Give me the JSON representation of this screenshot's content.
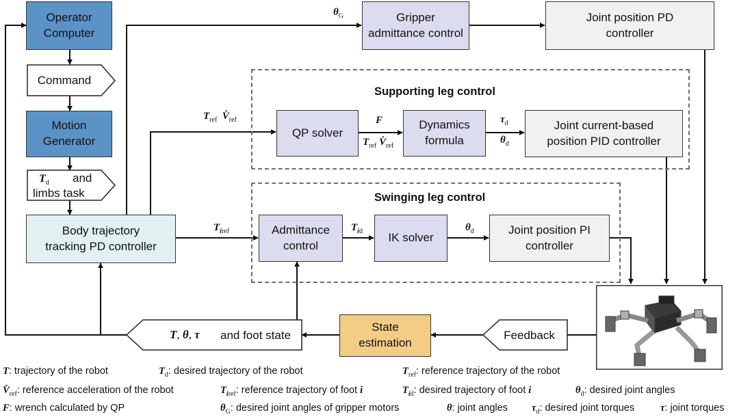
{
  "nodes": {
    "operator_computer": "Operator\nComputer",
    "command": "Command",
    "motion_generator": "Motion\nGenerator",
    "limbs_task": "and\nlimbs task",
    "body_controller": "Body trajectory\ntracking PD controller",
    "gripper_admittance": "Gripper\nadmittance control",
    "joint_position_pd": "Joint position PD\ncontroller",
    "qp_solver": "QP solver",
    "dynamics_formula": "Dynamics\nformula",
    "joint_current_pid": "Joint current-based\nposition PID controller",
    "admittance_control": "Admittance\ncontrol",
    "ik_solver": "IK solver",
    "joint_position_pi": "Joint position PI\ncontroller",
    "state_estimation": "State\nestimation",
    "feedback": "Feedback",
    "state_feedback_suffix": "and foot state"
  },
  "groups": {
    "supporting": "Supporting leg control",
    "swinging": "Swinging leg control"
  },
  "legend": {
    "T": ": trajectory of the robot",
    "Td": ": desired trajectory of the robot",
    "Tref": ": reference trajectory of the robot",
    "Vref": ": reference acceleration of the robot",
    "Tiref": ": reference trajectory of foot",
    "Tid": ": desired trajectory of foot",
    "theta_d": ": desired joint angles",
    "F": ": wrench calculated by QP",
    "theta_G": ": desired joint angles of gripper motors",
    "theta": ": joint angles",
    "tau_d": ": desired joint torques",
    "tau": ": joint torques"
  },
  "colors": {
    "blue": "#5b93c7",
    "lavender": "#dcdcf0",
    "light_grey": "#f1f1ef",
    "light_teal": "#e1f0f1",
    "orange": "#f3cd86"
  }
}
